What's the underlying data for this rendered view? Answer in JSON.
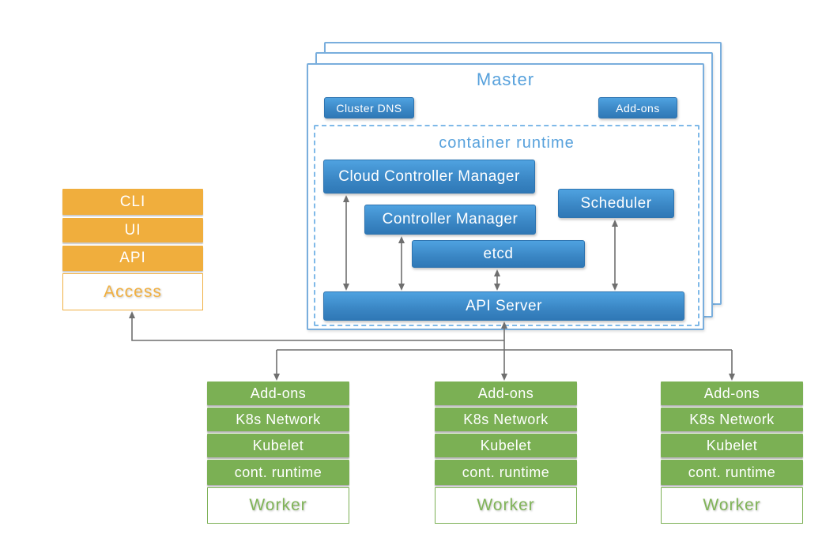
{
  "master": {
    "title": "Master",
    "cluster_dns_label": "Cluster DNS",
    "addons_label": "Add-ons",
    "runtime": {
      "title": "container runtime",
      "cloud_controller_manager": "Cloud Controller Manager",
      "controller_manager": "Controller Manager",
      "scheduler": "Scheduler",
      "etcd": "etcd",
      "api_server": "API Server"
    }
  },
  "access": {
    "items": [
      "CLI",
      "UI",
      "API"
    ],
    "label": "Access"
  },
  "workers": [
    {
      "rows": [
        "Add-ons",
        "K8s Network",
        "Kubelet",
        "cont. runtime"
      ],
      "label": "Worker"
    },
    {
      "rows": [
        "Add-ons",
        "K8s Network",
        "Kubelet",
        "cont. runtime"
      ],
      "label": "Worker"
    },
    {
      "rows": [
        "Add-ons",
        "K8s Network",
        "Kubelet",
        "cont. runtime"
      ],
      "label": "Worker"
    }
  ],
  "colors": {
    "component_blue": "#3a86c4",
    "master_border_blue": "#79aedd",
    "title_blue": "#57a1dc",
    "access_orange": "#f0ae3d",
    "worker_green": "#7bb054",
    "arrow_gray": "#6f6f6f"
  }
}
